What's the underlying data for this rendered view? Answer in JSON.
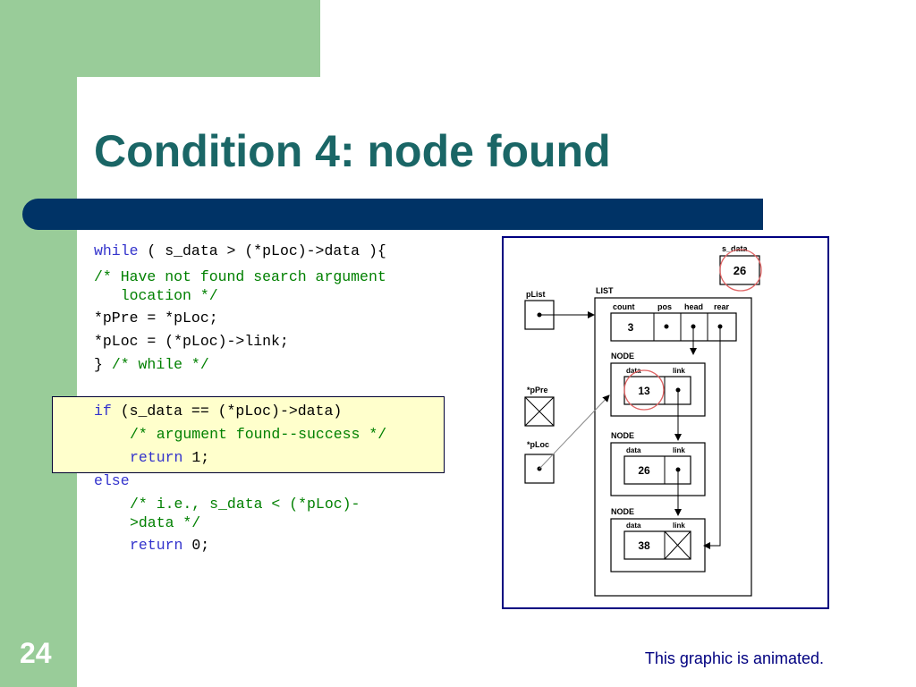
{
  "slide": {
    "title": "Condition 4: node found",
    "number": "24",
    "footer": "This graphic is animated."
  },
  "code": {
    "line1_kw": "while",
    "line1_rest": " ( s_data > (*pLoc)->data ){",
    "line2a": "/* Have not found search argument",
    "line2b": "   location */",
    "line3": "*pPre = *pLoc;",
    "line4": "*pLoc = (*pLoc)->link;",
    "line5_brace": "} ",
    "line5_comment": "/* while */",
    "if_kw": "if",
    "if_rest": " (s_data == (*pLoc)->data)",
    "if_comment": "/* argument found--success */",
    "return1_kw": "return",
    "return1_val": " 1;",
    "else_kw": "else",
    "else_comment_a": "/* i.e., s_data < (*pLoc)-",
    "else_comment_b": ">data */",
    "return0_kw": "return",
    "return0_val": " 0;"
  },
  "diagram": {
    "s_data_label": "s_data",
    "s_data_value": "26",
    "plist_label": "pList",
    "list_label": "LIST",
    "count_label": "count",
    "pos_label": "pos",
    "head_label": "head",
    "rear_label": "rear",
    "count_value": "3",
    "ppre_label": "*pPre",
    "ploc_label": "*pLoc",
    "node_label": "NODE",
    "data_label": "data",
    "link_label": "link",
    "node1_value": "13",
    "node2_value": "26",
    "node3_value": "38"
  },
  "colors": {
    "green": "#99cc99",
    "navy_bar": "#003366",
    "title": "#1a6666",
    "keyword": "#3333cc",
    "comment": "#008000",
    "highlight": "#ffffcc",
    "red_circle": "#e06666"
  }
}
